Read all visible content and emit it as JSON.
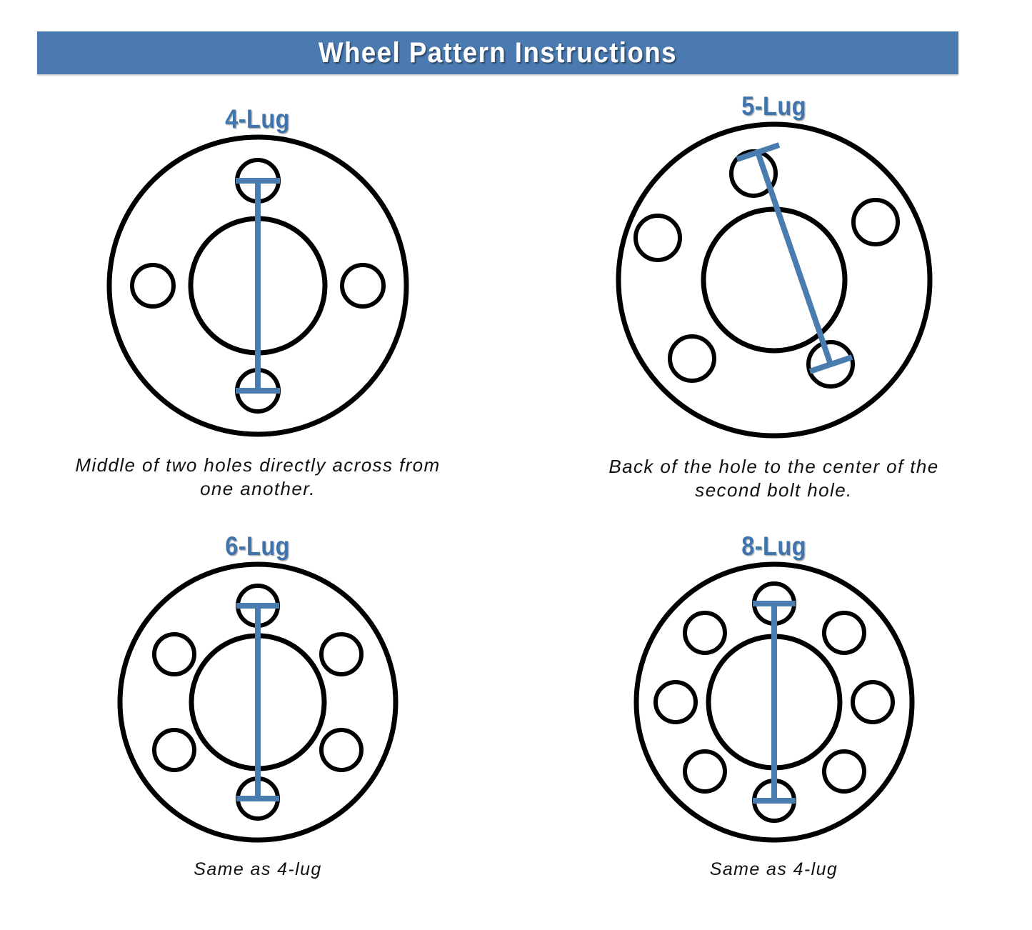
{
  "banner": {
    "title": "Wheel Pattern Instructions",
    "background_color": "#4a7ab0",
    "text_color": "#ffffff"
  },
  "colors": {
    "accent_blue": "#4a7ab0",
    "heading_blue": "#3f74ad",
    "measure_line_blue": "#4a7cb0",
    "outline_black": "#000000",
    "page_background": "#ffffff"
  },
  "panels": [
    {
      "heading": "4-Lug",
      "caption": "Middle of two holes directly across from one another.",
      "diagram": {
        "lug_count": 4,
        "hole_angles_deg": [
          0,
          90,
          180,
          270
        ],
        "measure_type": "center-to-center",
        "measure_from_hole": "top",
        "measure_to_hole": "bottom"
      }
    },
    {
      "heading": "5-Lug",
      "caption": "Back of the hole to the center of the second bolt hole.",
      "diagram": {
        "lug_count": 5,
        "hole_angles_deg": [
          0,
          72,
          144,
          216,
          288
        ],
        "measure_type": "back-of-hole-to-center",
        "measure_from_hole": "top",
        "measure_to_hole": "second-bolt-hole"
      }
    },
    {
      "heading": "6-Lug",
      "caption": "Same as 4-lug",
      "diagram": {
        "lug_count": 6,
        "hole_angles_deg": [
          0,
          60,
          120,
          180,
          240,
          300
        ],
        "measure_type": "center-to-center",
        "measure_from_hole": "top",
        "measure_to_hole": "bottom"
      }
    },
    {
      "heading": "8-Lug",
      "caption": "Same as 4-lug",
      "diagram": {
        "lug_count": 8,
        "hole_angles_deg": [
          0,
          45,
          90,
          135,
          180,
          225,
          270,
          315
        ],
        "measure_type": "center-to-center",
        "measure_from_hole": "top",
        "measure_to_hole": "bottom"
      }
    }
  ]
}
